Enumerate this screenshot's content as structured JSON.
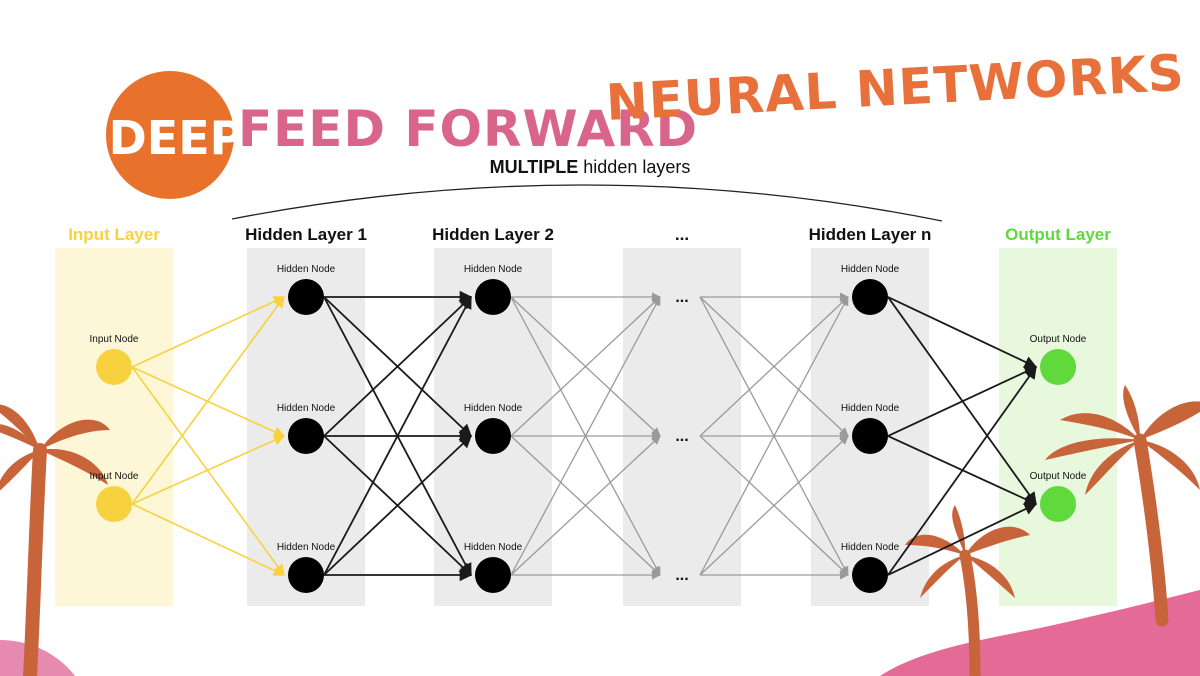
{
  "title": {
    "badge": "DEEP",
    "part1": "FEED FORWARD",
    "part2": "NEURAL NETWORKS",
    "colors": {
      "badge_bg": "#E8722C",
      "badge_text": "#ffffff",
      "part1": "#D9668A",
      "part2": "#E8703A"
    }
  },
  "subtitle": {
    "bold": "MULTIPLE",
    "rest": " hidden layers"
  },
  "layers": [
    {
      "id": "input",
      "header": "Input Layer",
      "header_color": "#F7D23E",
      "band_color": "#FDF7D8",
      "node_label": "Input Node",
      "node_count": 2,
      "node_color": "#F7D23E"
    },
    {
      "id": "h1",
      "header": "Hidden Layer 1",
      "header_color": "#111111",
      "band_color": "#EBEBEB",
      "node_label": "Hidden Node",
      "node_count": 3,
      "node_color": "#000000"
    },
    {
      "id": "h2",
      "header": "Hidden Layer 2",
      "header_color": "#111111",
      "band_color": "#EBEBEB",
      "node_label": "Hidden Node",
      "node_count": 3,
      "node_color": "#000000"
    },
    {
      "id": "dots",
      "header": "...",
      "header_color": "#111111",
      "band_color": "#EBEBEB",
      "node_label": "",
      "node_count": 3,
      "node_color": "none",
      "node_text": "..."
    },
    {
      "id": "hn",
      "header": "Hidden Layer n",
      "header_color": "#111111",
      "band_color": "#EBEBEB",
      "node_label": "Hidden Node",
      "node_count": 3,
      "node_color": "#000000"
    },
    {
      "id": "output",
      "header": "Output Layer",
      "header_color": "#5FD93C",
      "band_color": "#E7F8DD",
      "node_label": "Output Node",
      "node_count": 2,
      "node_color": "#5FD93C"
    }
  ],
  "edge_colors": {
    "input": "#F7D23E",
    "dark": "#1a1a1a",
    "faded": "#9a9a9a"
  },
  "decor_colors": {
    "palm": "#C8643A",
    "hill": "#E36B96",
    "hill_left": "#E68AB0"
  }
}
